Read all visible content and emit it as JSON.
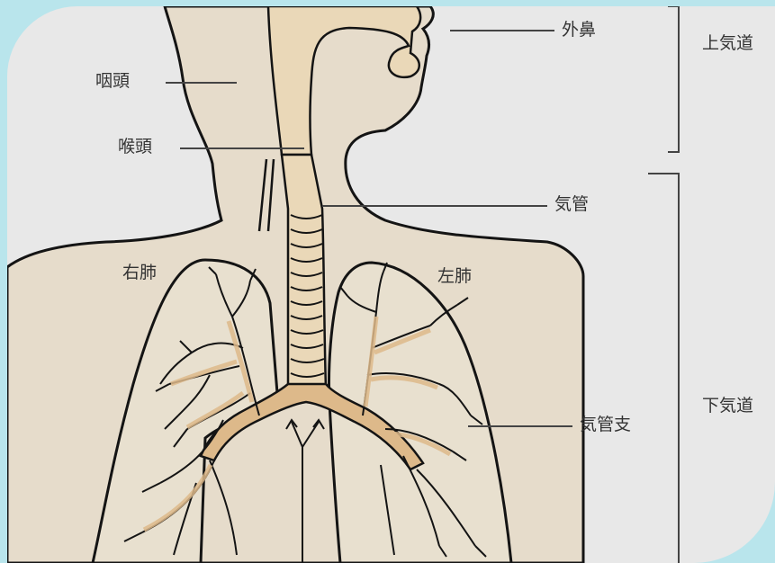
{
  "labels": {
    "pharynx": "咽頭",
    "larynx": "喉頭",
    "external_nose": "外鼻",
    "trachea": "気管",
    "right_lung": "右肺",
    "left_lung": "左肺",
    "bronchus": "気管支",
    "upper_airway": "上気道",
    "lower_airway": "下気道"
  },
  "colors": {
    "background": "#b9e5ec",
    "panel": "#e8e8e8",
    "body_fill": "#e6dccb",
    "airway_fill": "#ead8b8",
    "outline": "#141414",
    "leader_line": "#444444"
  }
}
